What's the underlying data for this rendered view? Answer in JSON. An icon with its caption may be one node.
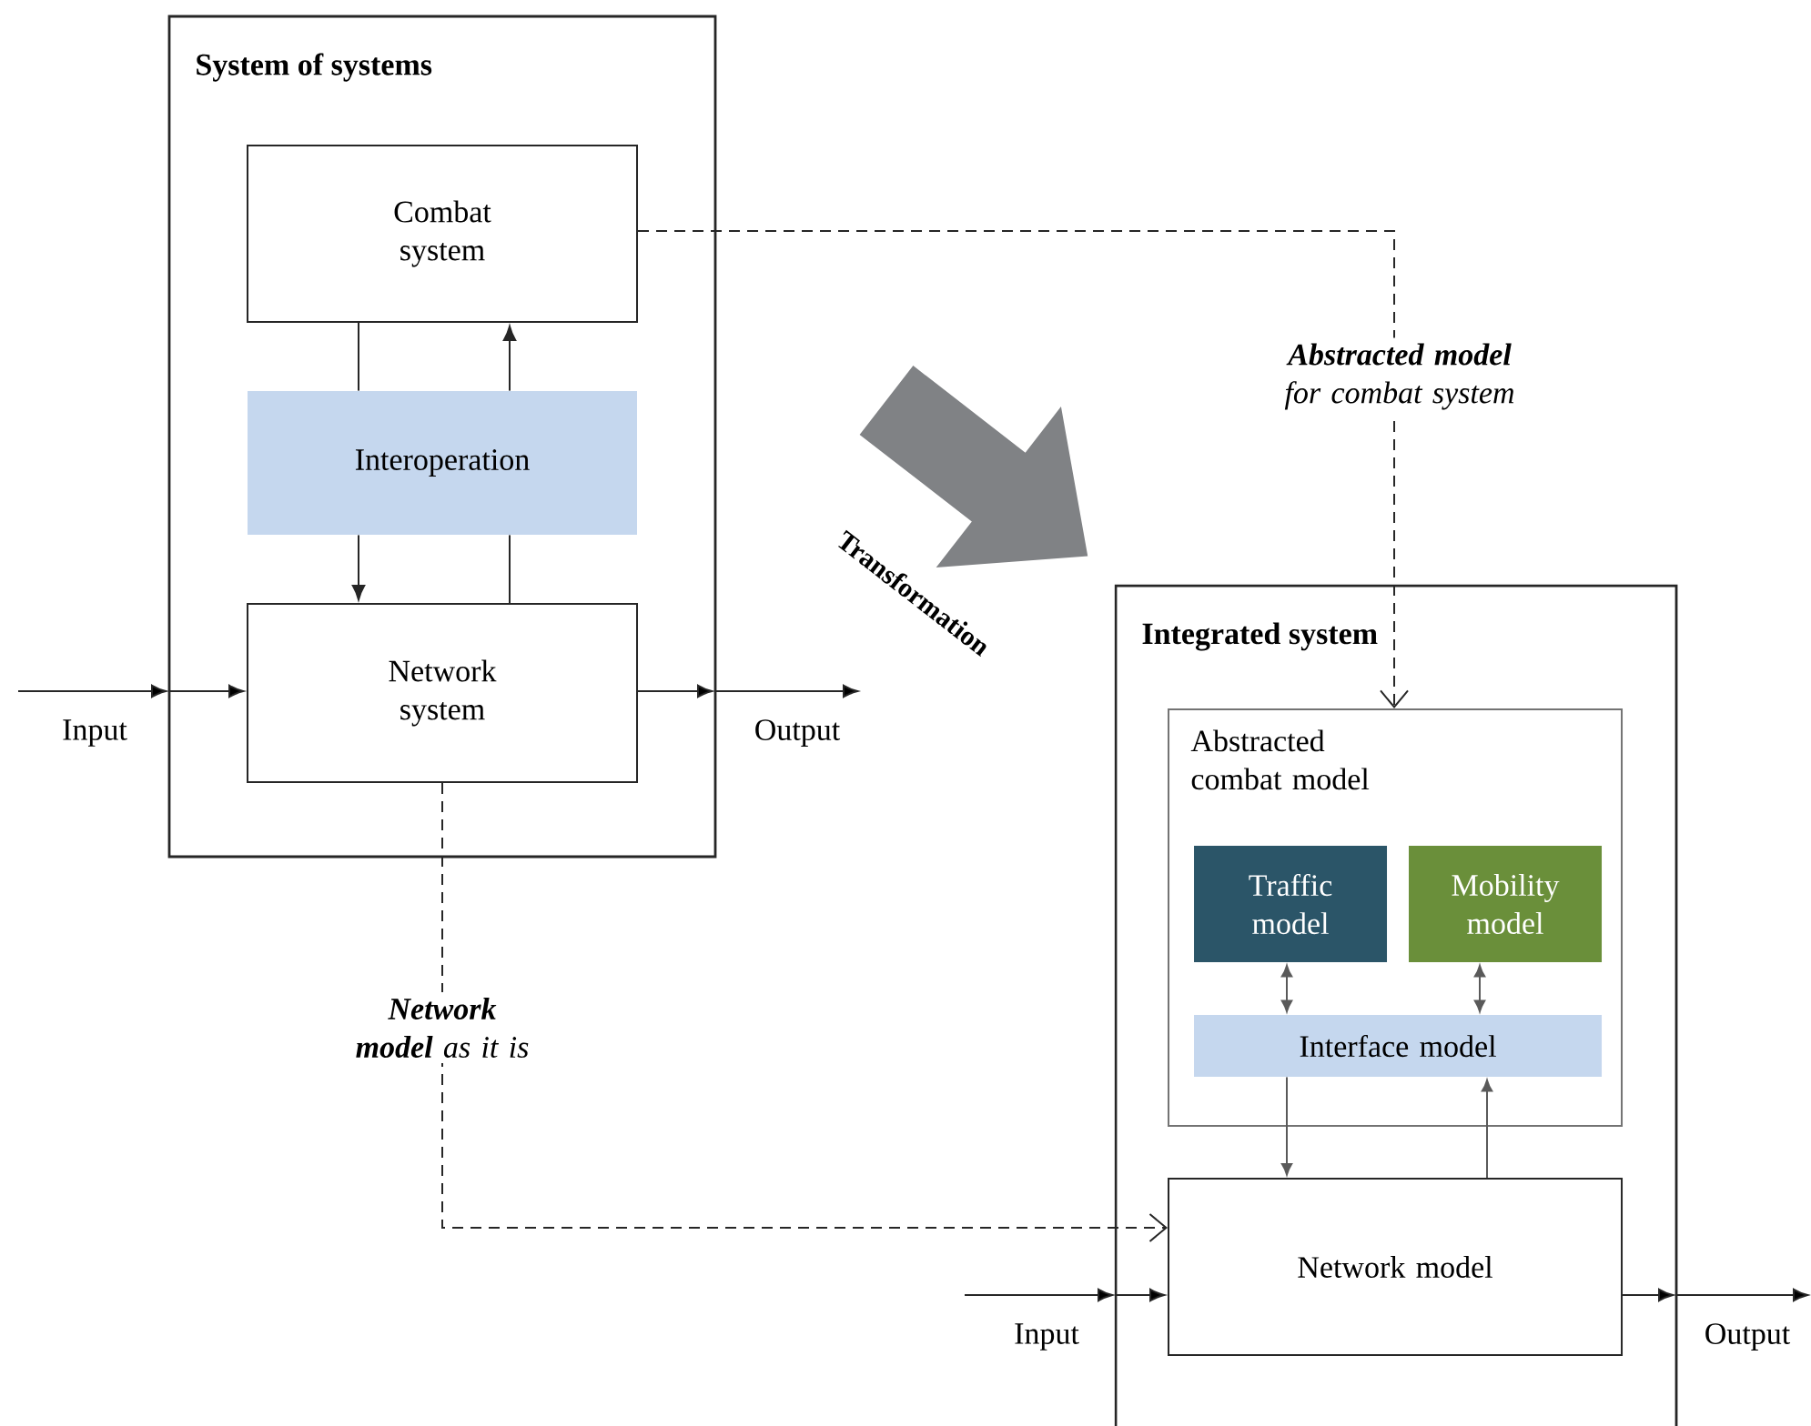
{
  "diagram": {
    "nodes": [
      {
        "text": [
          "System of systems"
        ]
      },
      {
        "text": [
          "Combat system"
        ],
        "in": 0
      },
      {
        "text": [
          "Interoperation"
        ],
        "in": 0
      },
      {
        "text": [
          "Network system"
        ],
        "in": 0
      },
      {
        "text": [
          "Integrated system"
        ]
      },
      {
        "text": [
          "Abstracted combat model"
        ],
        "in": 4
      },
      {
        "text": [
          "Traffic model"
        ],
        "in": 5
      },
      {
        "text": [
          "Mobility model"
        ],
        "in": 5
      },
      {
        "text": [
          "Interface model"
        ],
        "in": 5
      },
      {
        "text": [
          "Network model"
        ],
        "in": 4
      }
    ],
    "edges": [
      {
        "from": null,
        "to": 3,
        "arrow": "to",
        "label": "Input"
      },
      {
        "from": 3,
        "to": null,
        "arrow": "to",
        "label": "Output"
      },
      {
        "from": 1,
        "to": 2,
        "arrow": "none"
      },
      {
        "from": 2,
        "to": 3,
        "arrow": "to"
      },
      {
        "from": 3,
        "to": 2,
        "arrow": "none"
      },
      {
        "from": 2,
        "to": 1,
        "arrow": "to"
      },
      {
        "from": 1,
        "to": 5,
        "arrow": "to",
        "style": "dashed",
        "label": "**Abstracted model** for combat system"
      },
      {
        "from": 3,
        "to": 9,
        "arrow": "to",
        "style": "dashed",
        "label": "**Network model** as it is"
      },
      {
        "from": 6,
        "to": 8,
        "arrow": "both",
        "color": "#5a5a5a"
      },
      {
        "from": 7,
        "to": 8,
        "arrow": "both",
        "color": "#5a5a5a"
      },
      {
        "from": 8,
        "to": 9,
        "arrow": "to",
        "color": "#5a5a5a"
      },
      {
        "from": 9,
        "to": 8,
        "arrow": "to",
        "color": "#5a5a5a"
      },
      {
        "from": null,
        "to": 9,
        "arrow": "to",
        "label": "Input"
      },
      {
        "from": 9,
        "to": null,
        "arrow": "to",
        "label": "Output"
      }
    ],
    "labels": [
      "Transformation"
    ]
  }
}
